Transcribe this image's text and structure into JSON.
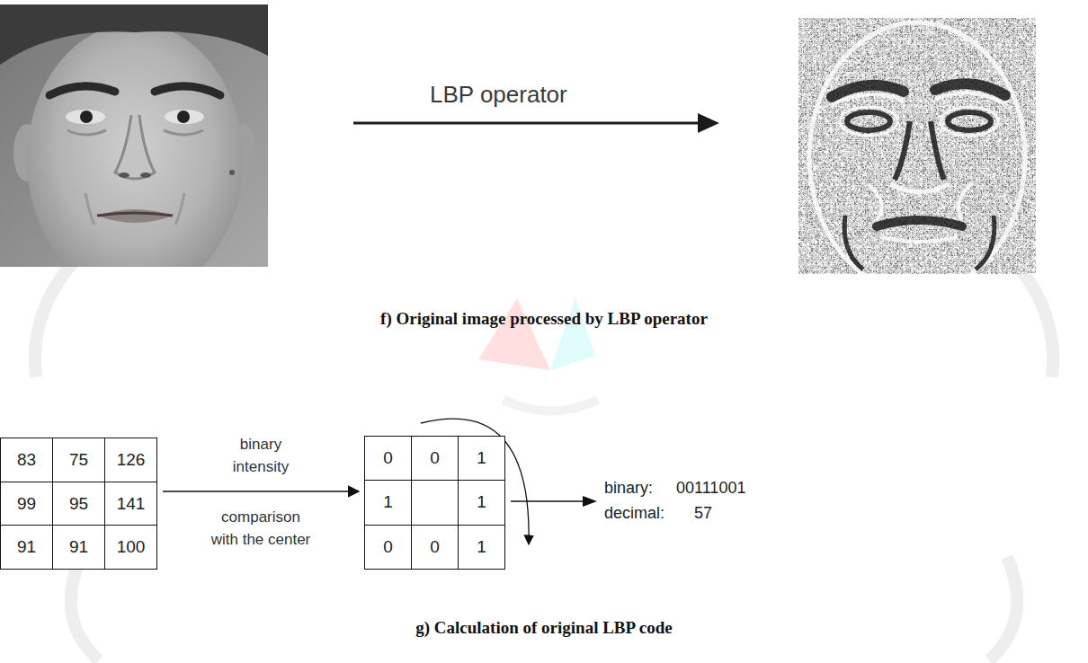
{
  "diagram": {
    "nodes": [
      {
        "text": [
          "83",
          "75",
          "126",
          "99",
          "95",
          "141",
          "91",
          "91",
          "100"
        ]
      },
      {
        "text": [
          "0",
          "0",
          "1",
          "1",
          "1",
          "0",
          "0",
          "1"
        ]
      }
    ],
    "edges": [
      {
        "from": 0,
        "to": 1,
        "arrow": "to",
        "label": "binary intensity"
      }
    ],
    "labels": [
      "LBP operator",
      "f) Original image processed by LBP operator",
      "comparison with the center",
      "binary:",
      "00111001",
      "decimal:",
      "57",
      "g) Calculation of original LBP code"
    ]
  }
}
